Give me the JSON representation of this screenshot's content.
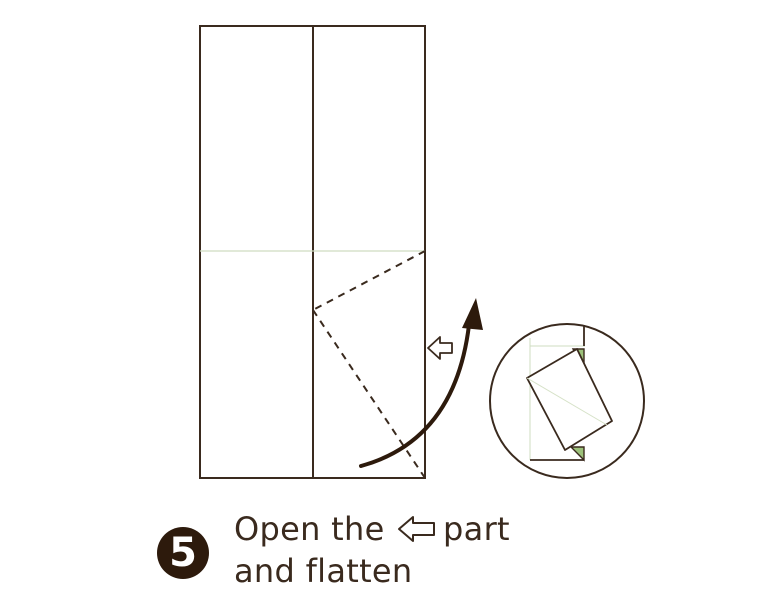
{
  "step": {
    "number": "5",
    "caption_line1_before": "Open the",
    "caption_line1_after": "part",
    "caption_line2": "and flatten"
  },
  "icons": {
    "step_badge": "numbered-circle",
    "open_indicator": "hollow-left-arrow-icon",
    "fold_direction": "curved-up-arrow-icon",
    "detail_view": "magnified-circle-inset"
  },
  "colors": {
    "line": "#3a2a1e",
    "crease": "#c9d8b8",
    "badge": "#2d1a0c",
    "paper_back": "#9cc17a"
  }
}
